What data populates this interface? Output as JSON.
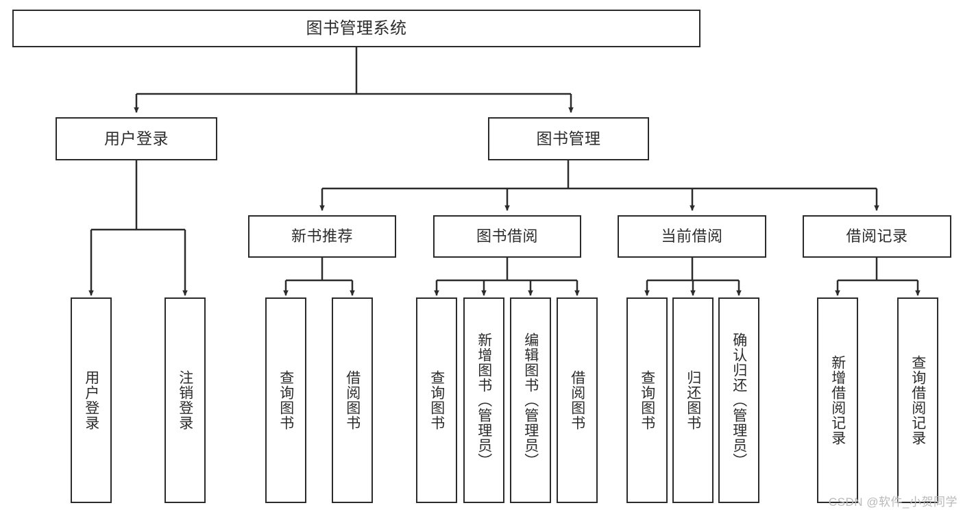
{
  "diagram": {
    "title": "图书管理系统",
    "type": "tree-hierarchy-chart",
    "watermark": "CSDN @软件_小贺同学",
    "colors": {
      "box_border": "#2b2b2b",
      "box_fill": "#ffffff",
      "edge": "#2b2b2b",
      "text": "#2c2c2c",
      "background": "#ffffff",
      "watermark": "#b9b9b9"
    },
    "root": {
      "id": "root",
      "label": "图书管理系统"
    },
    "level2": [
      {
        "id": "user-login",
        "label": "用户登录"
      },
      {
        "id": "book-management",
        "label": "图书管理"
      }
    ],
    "level3": [
      {
        "id": "new-book-recommend",
        "label": "新书推荐"
      },
      {
        "id": "book-borrow",
        "label": "图书借阅"
      },
      {
        "id": "current-borrow",
        "label": "当前借阅"
      },
      {
        "id": "borrow-record",
        "label": "借阅记录"
      }
    ],
    "leaves": {
      "user_login": [
        {
          "id": "leaf-user-login",
          "label": "用户登录"
        },
        {
          "id": "leaf-user-logout",
          "label": "注销登录"
        }
      ],
      "new_book_recommend": [
        {
          "id": "leaf-query-book-1",
          "label": "查询图书"
        },
        {
          "id": "leaf-borrow-book-1",
          "label": "借阅图书"
        }
      ],
      "book_borrow": [
        {
          "id": "leaf-query-book-2",
          "label": "查询图书"
        },
        {
          "id": "leaf-add-book",
          "label": "新增图书（管理员）"
        },
        {
          "id": "leaf-edit-book",
          "label": "编辑图书（管理员）"
        },
        {
          "id": "leaf-borrow-book-2",
          "label": "借阅图书"
        }
      ],
      "current_borrow": [
        {
          "id": "leaf-query-book-3",
          "label": "查询图书"
        },
        {
          "id": "leaf-return-book",
          "label": "归还图书"
        },
        {
          "id": "leaf-confirm-return",
          "label": "确认归还（管理员）"
        }
      ],
      "borrow_record": [
        {
          "id": "leaf-add-record",
          "label": "新增借阅记录"
        },
        {
          "id": "leaf-query-record",
          "label": "查询借阅记录"
        }
      ]
    }
  }
}
